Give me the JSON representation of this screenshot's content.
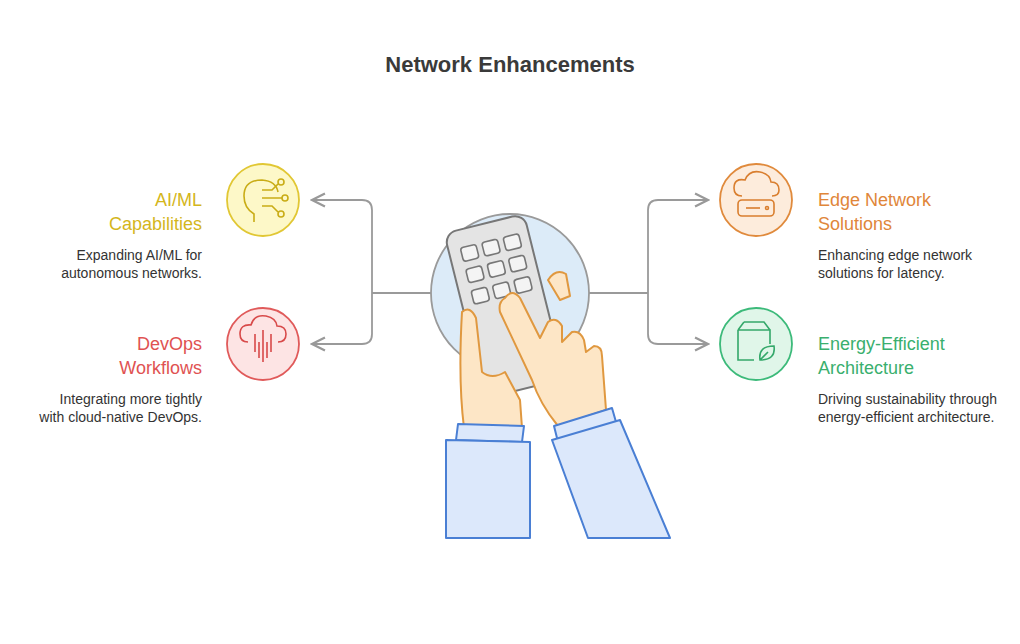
{
  "diagram": {
    "title": "Network Enhancements",
    "nodes": [
      {
        "text": [
          "AI/ML Capabilities",
          "Expanding AI/ML for autonomous networks."
        ]
      },
      {
        "text": [
          "Edge Network Solutions",
          "Enhancing edge network solutions for latency."
        ]
      },
      {
        "text": [
          "DevOps Workflows",
          "Integrating more tightly with cloud-native DevOps."
        ]
      },
      {
        "text": [
          "Energy-Efficient Architecture",
          "Driving sustainability through energy-efficient architecture."
        ]
      }
    ]
  }
}
